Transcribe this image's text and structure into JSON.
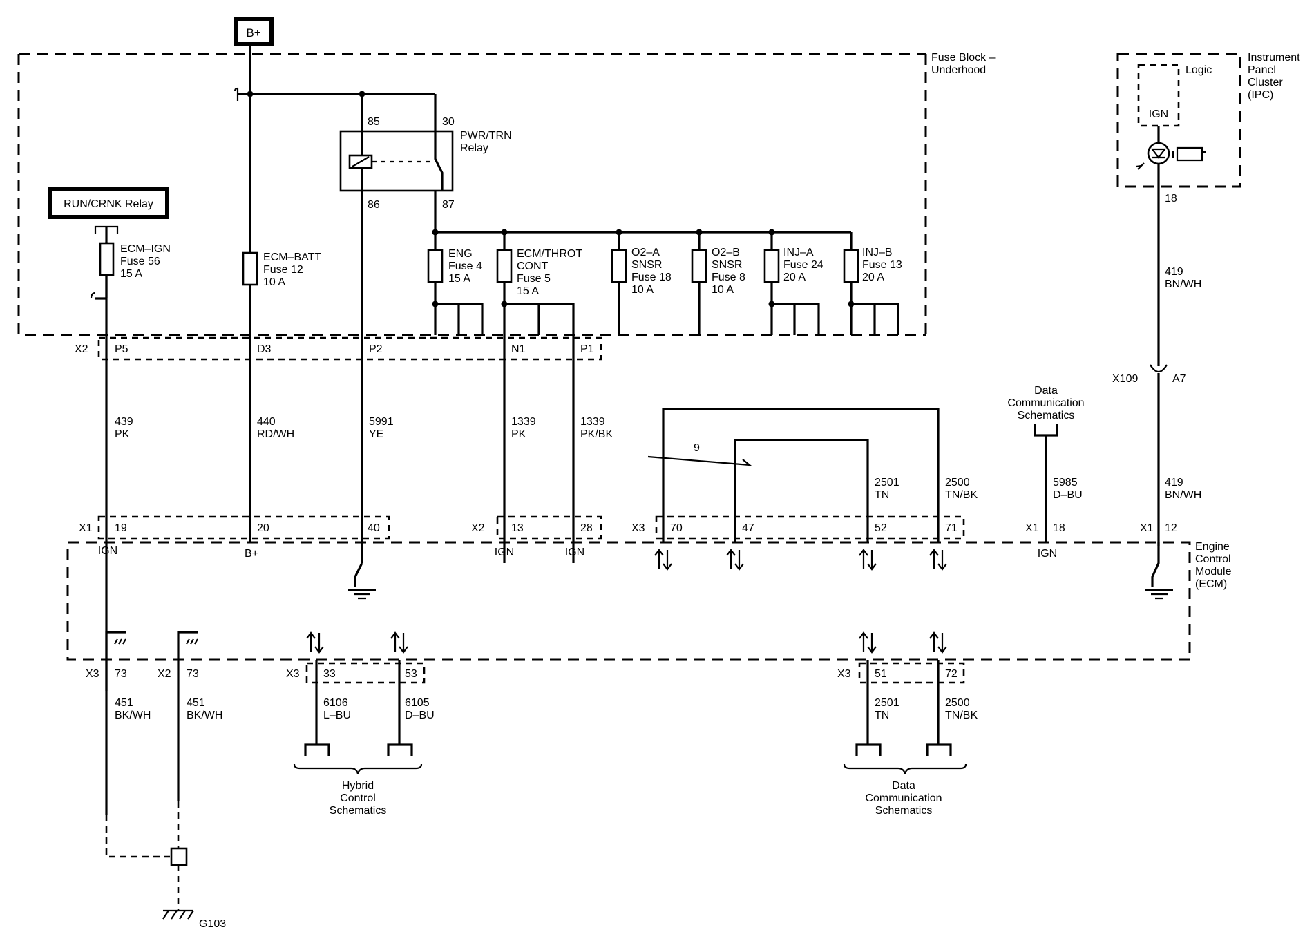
{
  "battery": {
    "label": "B+"
  },
  "run_crank_relay": {
    "label": "RUN/CRNK Relay"
  },
  "fuse_block": {
    "line1": "Fuse Block –",
    "line2": "Underhood"
  },
  "relay": {
    "name1": "PWR/TRN",
    "name2": "Relay",
    "pin85": "85",
    "pin30": "30",
    "pin86": "86",
    "pin87": "87"
  },
  "fuses": [
    {
      "l1": "ECM–IGN",
      "l2": "Fuse 56",
      "l3": "15 A"
    },
    {
      "l1": "ECM–BATT",
      "l2": "Fuse 12",
      "l3": "10 A"
    },
    {
      "l1": "ENG",
      "l2": "Fuse 4",
      "l3": "15 A"
    },
    {
      "l1": "ECM/THROT",
      "l2": "CONT",
      "l3": "Fuse 5",
      "l4": "15 A"
    },
    {
      "l1": "O2–A",
      "l2": "SNSR",
      "l3": "Fuse 18",
      "l4": "10 A"
    },
    {
      "l1": "O2–B",
      "l2": "SNSR",
      "l3": "Fuse 8",
      "l4": "10 A"
    },
    {
      "l1": "INJ–A",
      "l2": "Fuse 24",
      "l3": "20 A"
    },
    {
      "l1": "INJ–B",
      "l2": "Fuse 13",
      "l3": "20 A"
    }
  ],
  "x2_top": {
    "connector": "X2",
    "pins": [
      "P5",
      "D3",
      "P2",
      "N1",
      "P1"
    ]
  },
  "circuits_mid": [
    {
      "num": "439",
      "color": "PK"
    },
    {
      "num": "440",
      "color": "RD/WH"
    },
    {
      "num": "5991",
      "color": "YE"
    },
    {
      "num": "1339",
      "color": "PK"
    },
    {
      "num": "1339",
      "color": "PK/BK"
    },
    {
      "num": "2501",
      "color": "TN"
    },
    {
      "num": "2500",
      "color": "TN/BK"
    },
    {
      "num": "5985",
      "color": "D–BU"
    },
    {
      "num": "419",
      "color": "BN/WH"
    },
    {
      "num": "419",
      "color": "BN/WH"
    }
  ],
  "twist_label": "9",
  "data_comm_top": {
    "l1": "Data",
    "l2": "Communication",
    "l3": "Schematics"
  },
  "ipc": {
    "logic": "Logic",
    "ign": "IGN",
    "pin": "18",
    "l1": "Instrument",
    "l2": "Panel",
    "l3": "Cluster",
    "l4": "(IPC)"
  },
  "x109": {
    "connector": "X109",
    "pin": "A7"
  },
  "ecm_top": {
    "x1": "X1",
    "x2": "X2",
    "x3": "X3",
    "pins": [
      "19",
      "20",
      "40",
      "13",
      "28",
      "70",
      "47",
      "52",
      "71",
      "18",
      "12"
    ],
    "ign": "IGN",
    "bplus": "B+"
  },
  "ecm": {
    "l1": "Engine",
    "l2": "Control",
    "l3": "Module",
    "l4": "(ECM)"
  },
  "ecm_bottom": {
    "x3": "X3",
    "x2": "X2",
    "pins": [
      "73",
      "73",
      "33",
      "53",
      "51",
      "72"
    ]
  },
  "circuits_bottom": [
    {
      "num": "451",
      "color": "BK/WH"
    },
    {
      "num": "451",
      "color": "BK/WH"
    },
    {
      "num": "6106",
      "color": "L–BU"
    },
    {
      "num": "6105",
      "color": "D–BU"
    },
    {
      "num": "2501",
      "color": "TN"
    },
    {
      "num": "2500",
      "color": "TN/BK"
    }
  ],
  "hybrid": {
    "l1": "Hybrid",
    "l2": "Control",
    "l3": "Schematics"
  },
  "data_comm_bottom": {
    "l1": "Data",
    "l2": "Communication",
    "l3": "Schematics"
  },
  "ground": {
    "label": "G103"
  }
}
